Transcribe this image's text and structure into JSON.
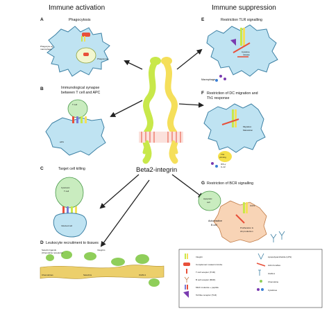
{
  "headers": {
    "left": "Immune activation",
    "right": "Immune suppression"
  },
  "center_label": "Beta2-integrin",
  "panels": {
    "A": {
      "letter": "A",
      "title": "Phagocytosis",
      "labels": [
        "Phagocyte eg",
        "macrophage",
        "Phagosome"
      ]
    },
    "B": {
      "letter": "B",
      "title_lines": [
        "Immunological synapse",
        "between T cell and APC"
      ],
      "labels": [
        "T cell",
        "APC"
      ]
    },
    "C": {
      "letter": "C",
      "title": "Target cell killing",
      "labels": [
        "Cytotoxic",
        "T cell",
        "Infected cell"
      ]
    },
    "D": {
      "letter": "D",
      "title": "Leukocyte recruitment to tissues",
      "labels": [
        "Selectin ligands",
        "(Chemokine receptors)",
        "Integrins",
        "Chemokines",
        "Selectins",
        "ICAM-1"
      ]
    },
    "E": {
      "letter": "E",
      "title": "Restriction TLR signalling",
      "labels": [
        "Cytokine",
        "release",
        "Macrophage"
      ]
    },
    "F": {
      "letter": "F",
      "title_lines": [
        "Restriction of DC migration and",
        "Th1 response"
      ],
      "labels": [
        "Migration",
        "Maturation",
        "Th1",
        "priming",
        "IFN-γ",
        "IL-12"
      ]
    },
    "G": {
      "letter": "G",
      "title": "Restriction of BCR signalling",
      "labels": [
        "Apoptotic",
        "cell",
        "Autoreactive",
        "B cell",
        "Proliferation &",
        "Ab production",
        "ICOS"
      ]
    }
  },
  "legend": {
    "left": [
      "Integrin",
      "Complement coated microbe",
      "T cell receptor (TCR)",
      "B cell receptor (BCR)",
      "MHC molecule + peptide",
      "Toll like receptor (TLR)"
    ],
    "right": [
      "Lipopolysaccharide (LPS)",
      "Actin bundles",
      "ICAM-1",
      "Chemokine",
      "Cytokines"
    ]
  },
  "colors": {
    "cell_fill": "#bfe3f2",
    "cell_stroke": "#3b7fa3",
    "integrin_green": "#c8e84a",
    "integrin_yellow": "#f5df5a",
    "tcell_green": "#c9ecbf",
    "arrow": "#222222",
    "brand_red": "#e8503a"
  }
}
